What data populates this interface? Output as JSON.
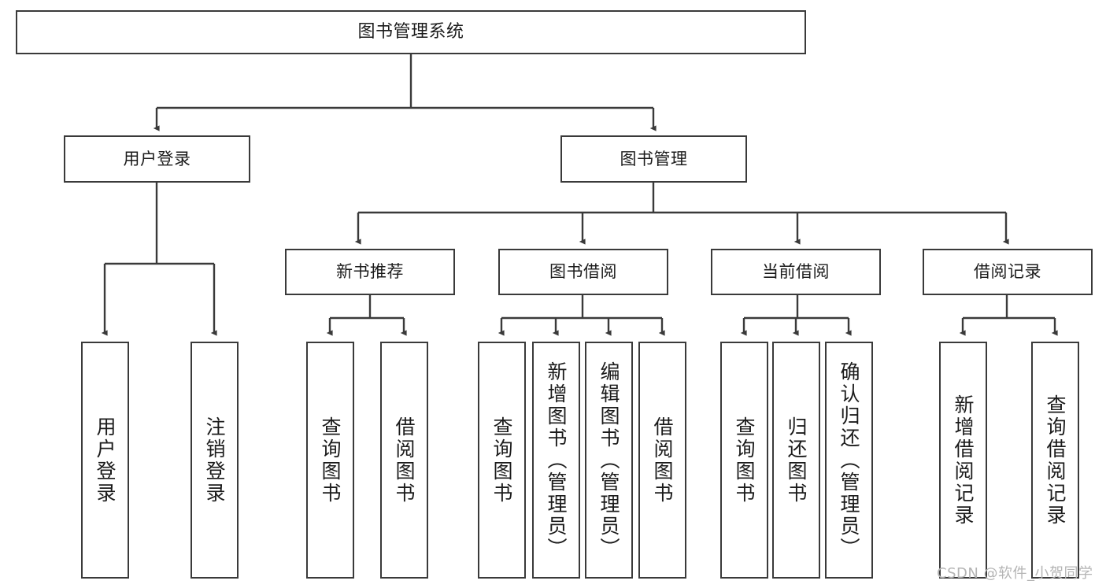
{
  "diagram": {
    "type": "tree-hierarchy",
    "title": "图书管理系统",
    "watermark": "CSDN @软件_小贺同学",
    "stroke_color": "#3a3a3a",
    "fill_color": "#ffffff",
    "text_color": "#1b1b1b"
  },
  "nodes": {
    "root": {
      "label": "图书管理系统"
    },
    "level2": [
      {
        "label": "用户登录"
      },
      {
        "label": "图书管理"
      }
    ],
    "level3": [
      {
        "label": "新书推荐"
      },
      {
        "label": "图书借阅"
      },
      {
        "label": "当前借阅"
      },
      {
        "label": "借阅记录"
      }
    ],
    "leaves": {
      "user_login": [
        {
          "label": "用户登录"
        },
        {
          "label": "注销登录"
        }
      ],
      "new_book_rec": [
        {
          "label": "查询图书"
        },
        {
          "label": "借阅图书"
        }
      ],
      "book_borrow": [
        {
          "label": "查询图书"
        },
        {
          "label": "新增图书（管理员）"
        },
        {
          "label": "编辑图书（管理员）"
        },
        {
          "label": "借阅图书"
        }
      ],
      "current_borrow": [
        {
          "label": "查询图书"
        },
        {
          "label": "归还图书"
        },
        {
          "label": "确认归还（管理员）"
        }
      ],
      "borrow_record": [
        {
          "label": "新增借阅记录"
        },
        {
          "label": "查询借阅记录"
        }
      ]
    }
  }
}
